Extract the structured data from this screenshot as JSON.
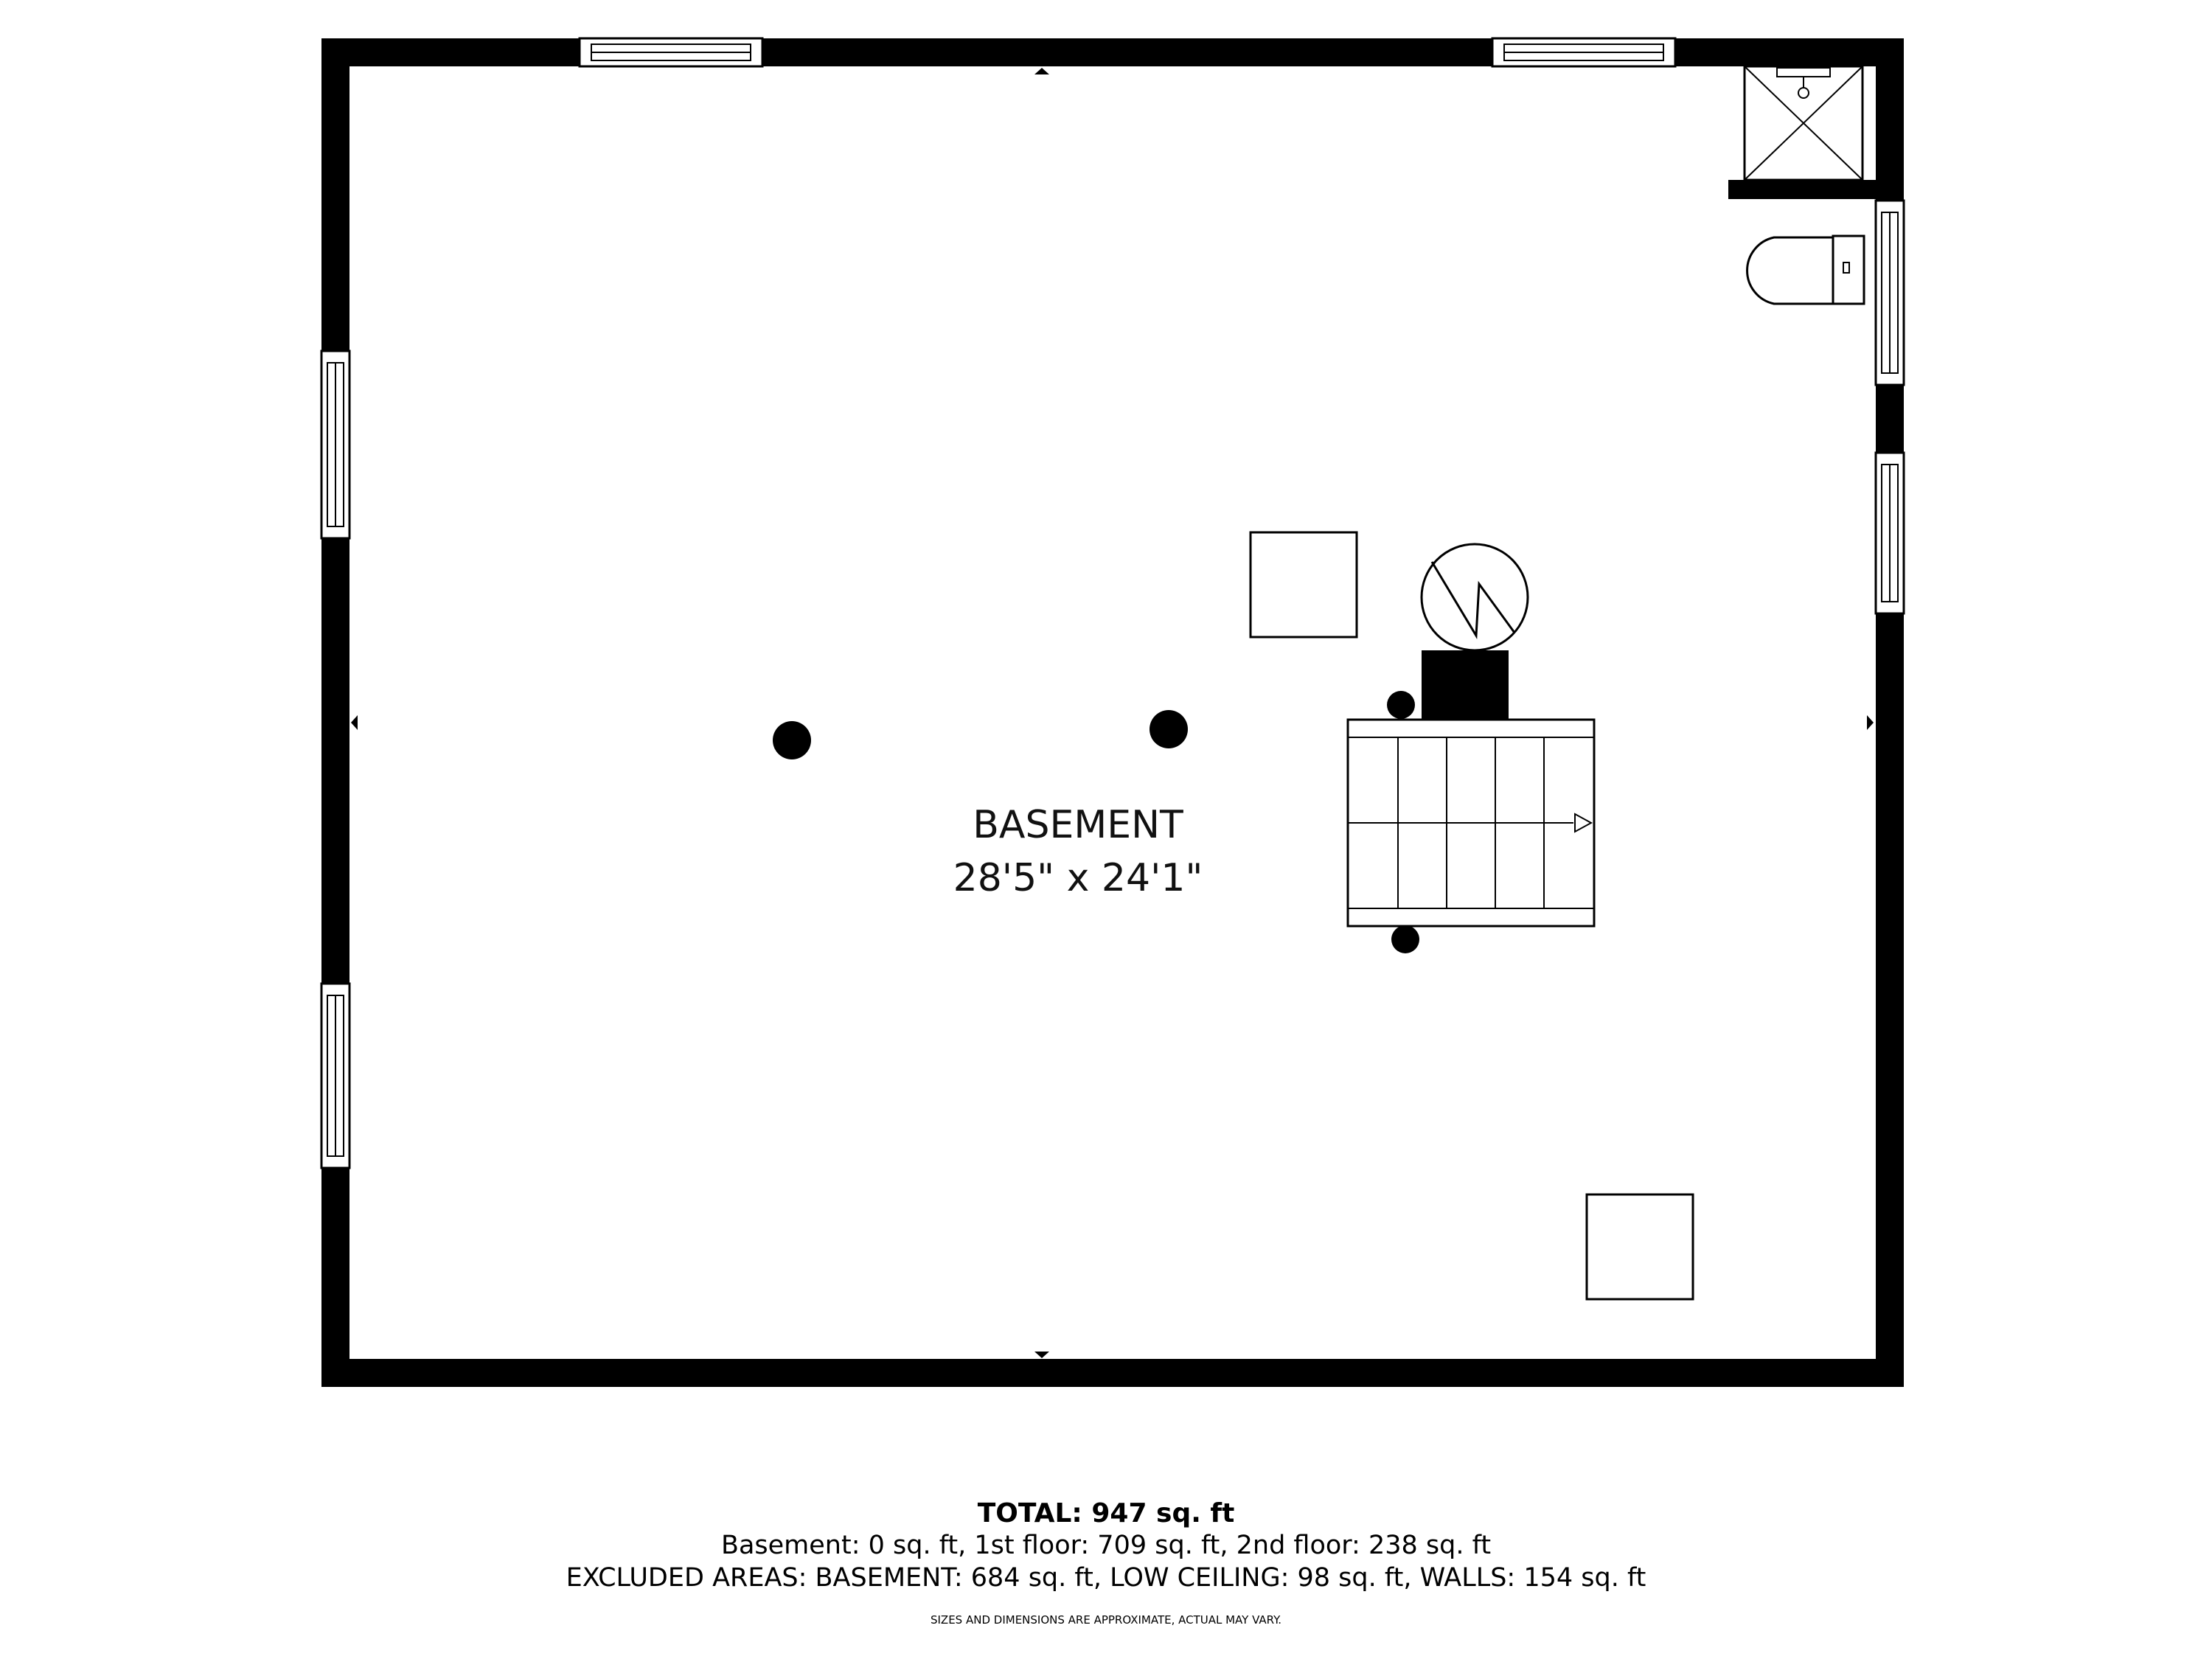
{
  "room": {
    "name": "BASEMENT",
    "dimensions": "28'5\" x 24'1\""
  },
  "summary": {
    "total": "TOTAL: 947 sq. ft",
    "floors": "Basement: 0 sq. ft, 1st floor: 709 sq. ft, 2nd floor: 238 sq. ft",
    "excluded": "EXCLUDED AREAS: BASEMENT: 684 sq. ft, LOW CEILING: 98 sq. ft, WALLS: 154 sq. ft",
    "disclaimer": "SIZES AND DIMENSIONS ARE APPROXIMATE, ACTUAL MAY VARY."
  },
  "colors": {
    "wall": "#000000",
    "background": "#ffffff"
  },
  "fixtures": [
    "shower-icon",
    "toilet-icon",
    "water-heater-icon",
    "furnace-icon",
    "stairs-icon",
    "support-post-icon"
  ]
}
